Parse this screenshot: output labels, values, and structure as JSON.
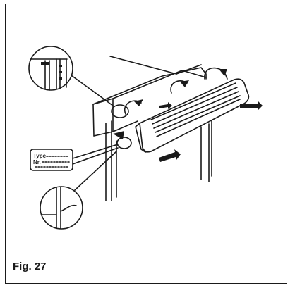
{
  "figure": {
    "caption": "Fig. 27"
  },
  "type_plate": {
    "line1": "Type",
    "line2": "Nr."
  },
  "colors": {
    "ink": "#1a1a1a",
    "paper": "#ffffff"
  }
}
